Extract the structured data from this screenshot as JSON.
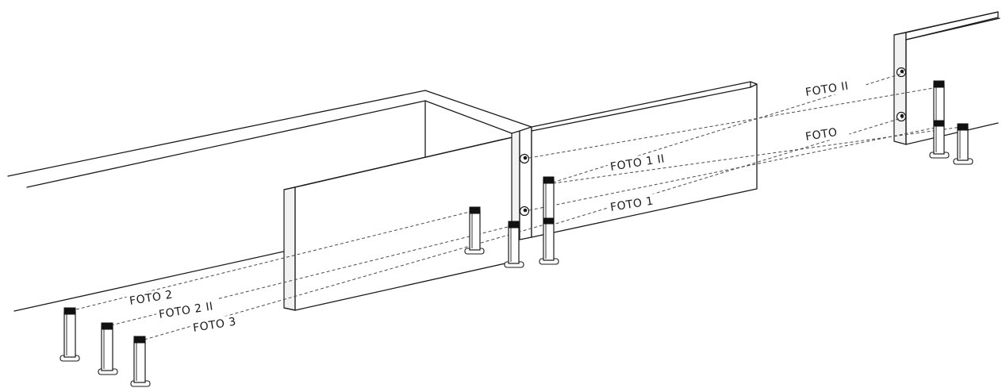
{
  "labels": {
    "foto_2": "FOTO 2",
    "foto_2_ii": "FOTO 2 II",
    "foto_3": "FOTO 3",
    "foto_1_ii": "FOTO 1 II",
    "foto_1": "FOTO 1",
    "foto_ii": "FOTO II",
    "foto": "FOTO"
  }
}
